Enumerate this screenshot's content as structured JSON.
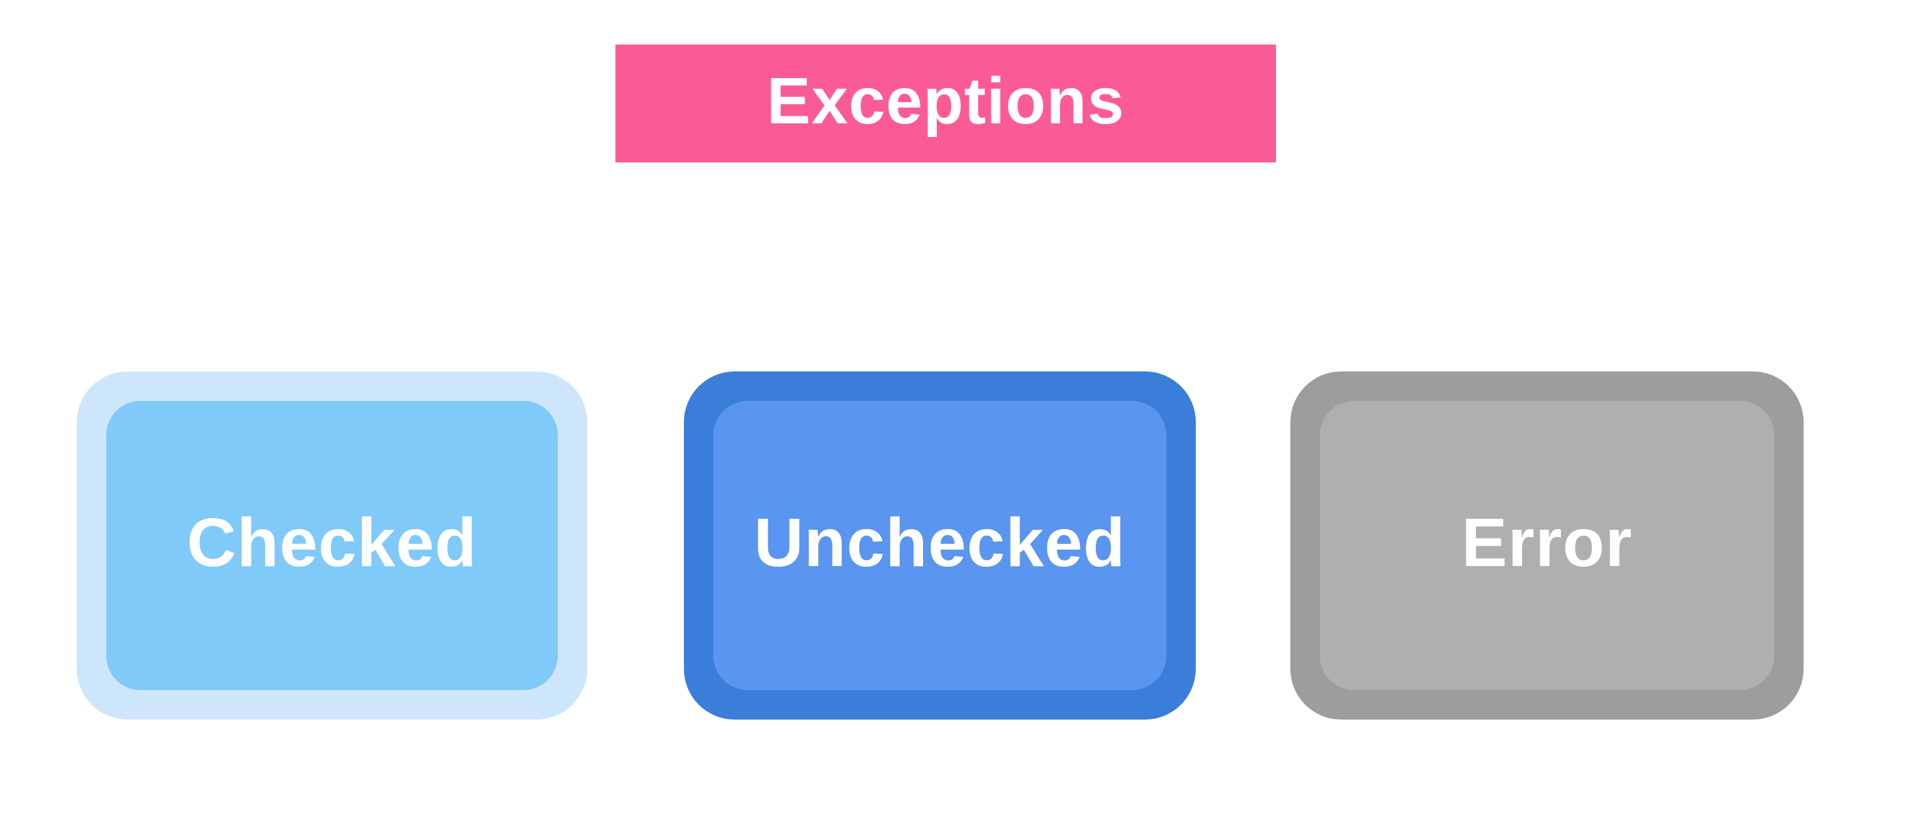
{
  "diagram": {
    "background_color": "#ffffff",
    "title": {
      "label": "Exceptions",
      "bg_color": "#fb5b95",
      "text_color": "#ffffff"
    },
    "nodes": [
      {
        "id": "checked",
        "label": "Checked",
        "rim_color": "#cee6fc",
        "fill_color": "#7fcaf9",
        "text_color": "#ffffff"
      },
      {
        "id": "unchecked",
        "label": "Unchecked",
        "rim_color": "#3b7eda",
        "fill_color": "#5a95ef",
        "text_color": "#ffffff"
      },
      {
        "id": "error",
        "label": "Error",
        "rim_color": "#9b9e9c",
        "fill_color": "#aeb0ae",
        "text_color": "#ffffff"
      }
    ]
  }
}
